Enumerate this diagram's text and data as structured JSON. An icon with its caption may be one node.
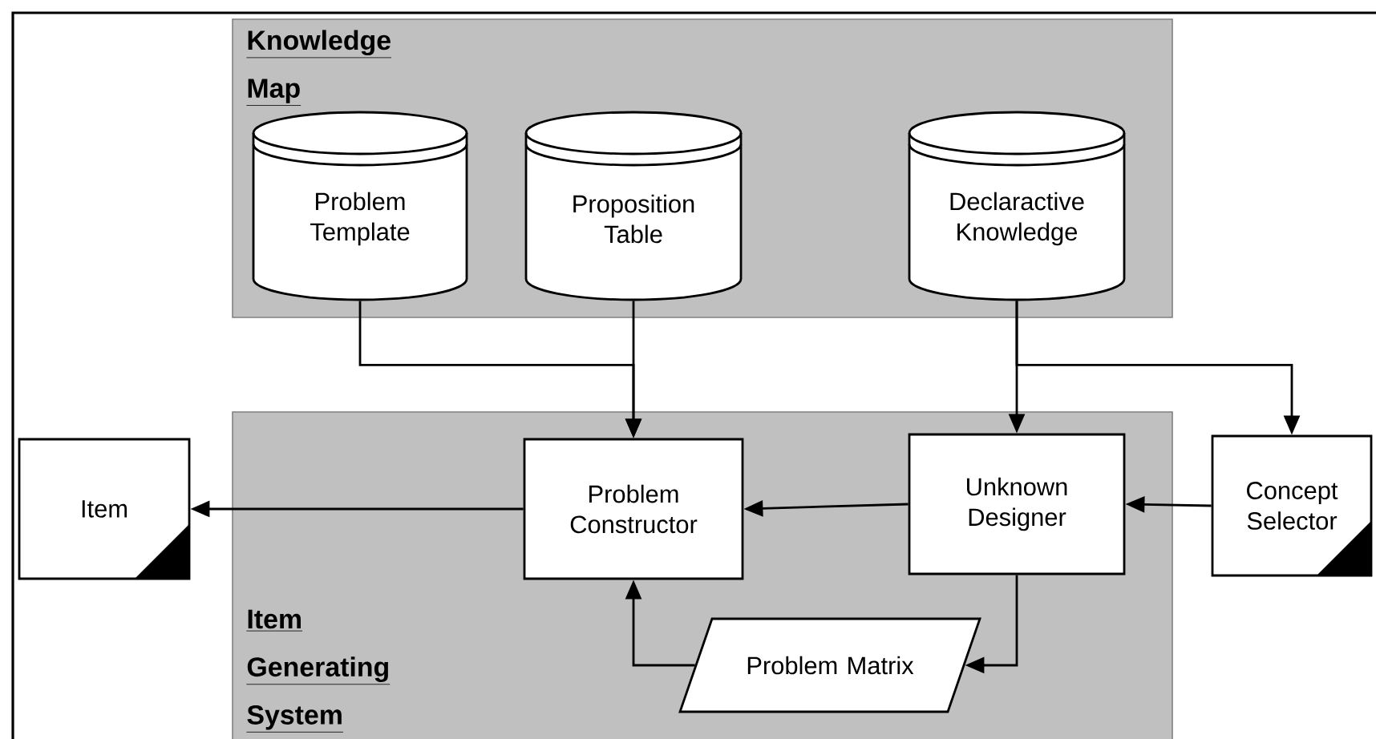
{
  "diagram": {
    "nodes": [
      {
        "text": [
          "Knowledge Map"
        ]
      },
      {
        "text": [
          "Problem Template"
        ],
        "in": 0
      },
      {
        "text": [
          "Proposition Table"
        ],
        "in": 0
      },
      {
        "text": [
          "Declaractive Knowledge"
        ],
        "in": 0
      },
      {
        "text": [
          "Item Generating System"
        ]
      },
      {
        "text": [
          "Item"
        ]
      },
      {
        "text": [
          "Problem Constructor"
        ],
        "in": 4
      },
      {
        "text": [
          "Unknown Designer"
        ],
        "in": 4
      },
      {
        "text": [
          "Concept Selector"
        ]
      },
      {
        "text": [
          "Problem Matrix"
        ],
        "in": 4
      }
    ],
    "edges": [
      {
        "from": 1,
        "to": 6,
        "arrow": "to"
      },
      {
        "from": 2,
        "to": 6,
        "arrow": "to"
      },
      {
        "from": 3,
        "to": 7,
        "arrow": "to"
      },
      {
        "from": 3,
        "to": 8,
        "arrow": "to"
      },
      {
        "from": 6,
        "to": 5,
        "arrow": "to"
      },
      {
        "from": 7,
        "to": 6,
        "arrow": "to"
      },
      {
        "from": 8,
        "to": 7,
        "arrow": "to"
      },
      {
        "from": 7,
        "to": 9,
        "arrow": "to"
      },
      {
        "from": 9,
        "to": 6,
        "arrow": "to"
      }
    ]
  }
}
